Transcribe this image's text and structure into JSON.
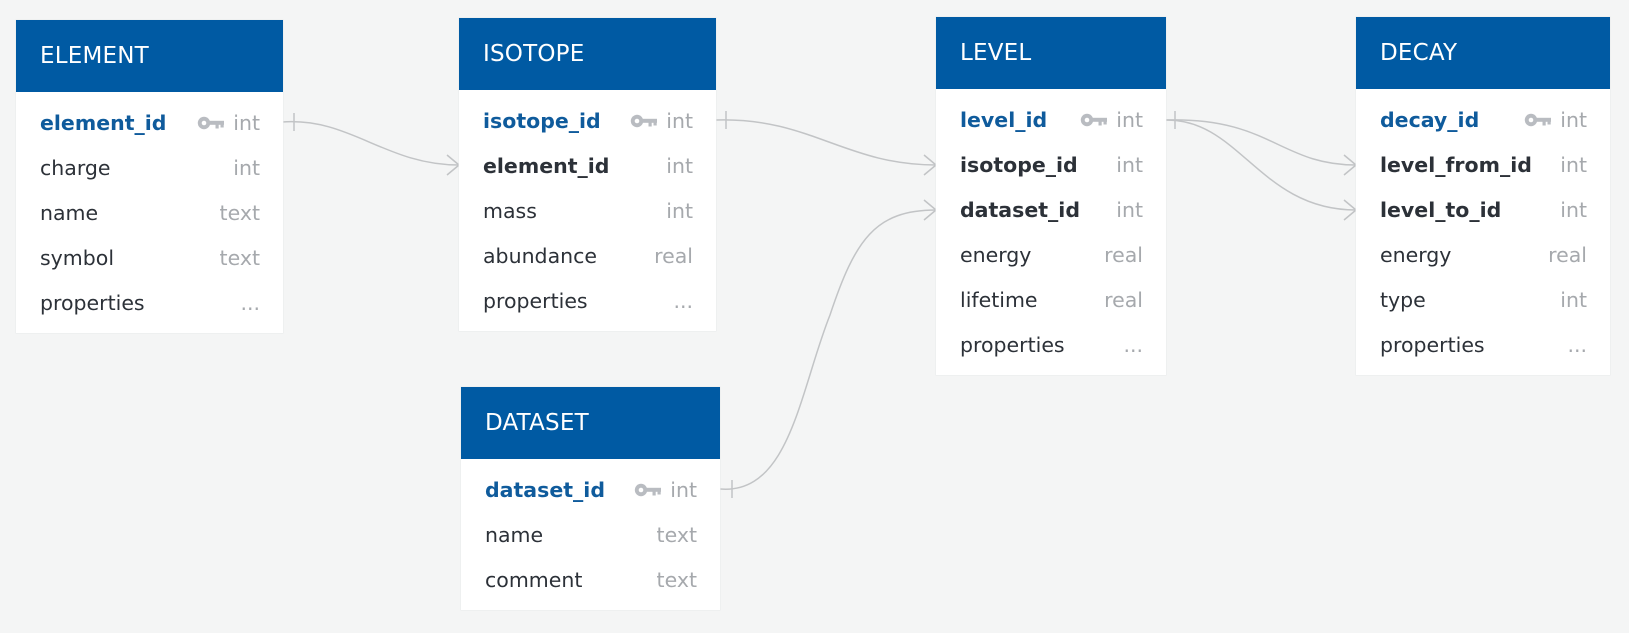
{
  "tables": {
    "element": {
      "name": "ELEMENT",
      "fields": [
        {
          "name": "element_id",
          "type": "int"
        },
        {
          "name": "charge",
          "type": "int"
        },
        {
          "name": "name",
          "type": "text"
        },
        {
          "name": "symbol",
          "type": "text"
        },
        {
          "name": "properties",
          "type": "..."
        }
      ]
    },
    "isotope": {
      "name": "ISOTOPE",
      "fields": [
        {
          "name": "isotope_id",
          "type": "int"
        },
        {
          "name": "element_id",
          "type": "int"
        },
        {
          "name": "mass",
          "type": "int"
        },
        {
          "name": "abundance",
          "type": "real"
        },
        {
          "name": "properties",
          "type": "..."
        }
      ]
    },
    "dataset": {
      "name": "DATASET",
      "fields": [
        {
          "name": "dataset_id",
          "type": "int"
        },
        {
          "name": "name",
          "type": "text"
        },
        {
          "name": "comment",
          "type": "text"
        }
      ]
    },
    "level": {
      "name": "LEVEL",
      "fields": [
        {
          "name": "level_id",
          "type": "int"
        },
        {
          "name": "isotope_id",
          "type": "int"
        },
        {
          "name": "dataset_id",
          "type": "int"
        },
        {
          "name": "energy",
          "type": "real"
        },
        {
          "name": "lifetime",
          "type": "real"
        },
        {
          "name": "properties",
          "type": "..."
        }
      ]
    },
    "decay": {
      "name": "DECAY",
      "fields": [
        {
          "name": "decay_id",
          "type": "int"
        },
        {
          "name": "level_from_id",
          "type": "int"
        },
        {
          "name": "level_to_id",
          "type": "int"
        },
        {
          "name": "energy",
          "type": "real"
        },
        {
          "name": "type",
          "type": "int"
        },
        {
          "name": "properties",
          "type": "..."
        }
      ]
    }
  },
  "relationships": [
    {
      "from": "ELEMENT.element_id",
      "to": "ISOTOPE.element_id",
      "cardinality": "one-to-many"
    },
    {
      "from": "ISOTOPE.isotope_id",
      "to": "LEVEL.isotope_id",
      "cardinality": "one-to-many"
    },
    {
      "from": "DATASET.dataset_id",
      "to": "LEVEL.dataset_id",
      "cardinality": "one-to-many"
    },
    {
      "from": "LEVEL.level_id",
      "to": "DECAY.level_from_id",
      "cardinality": "one-to-many"
    },
    {
      "from": "LEVEL.level_id",
      "to": "DECAY.level_to_id",
      "cardinality": "one-to-many"
    }
  ],
  "icons": {
    "primary_key": "key-icon"
  },
  "colors": {
    "header_bg": "#005aa3",
    "header_text": "#ffffff",
    "primary_key_text": "#0f5b9c",
    "field_text": "#2c3138",
    "type_text": "#a6a9ad",
    "connector": "#c2c4c6",
    "background": "#f4f5f5"
  }
}
